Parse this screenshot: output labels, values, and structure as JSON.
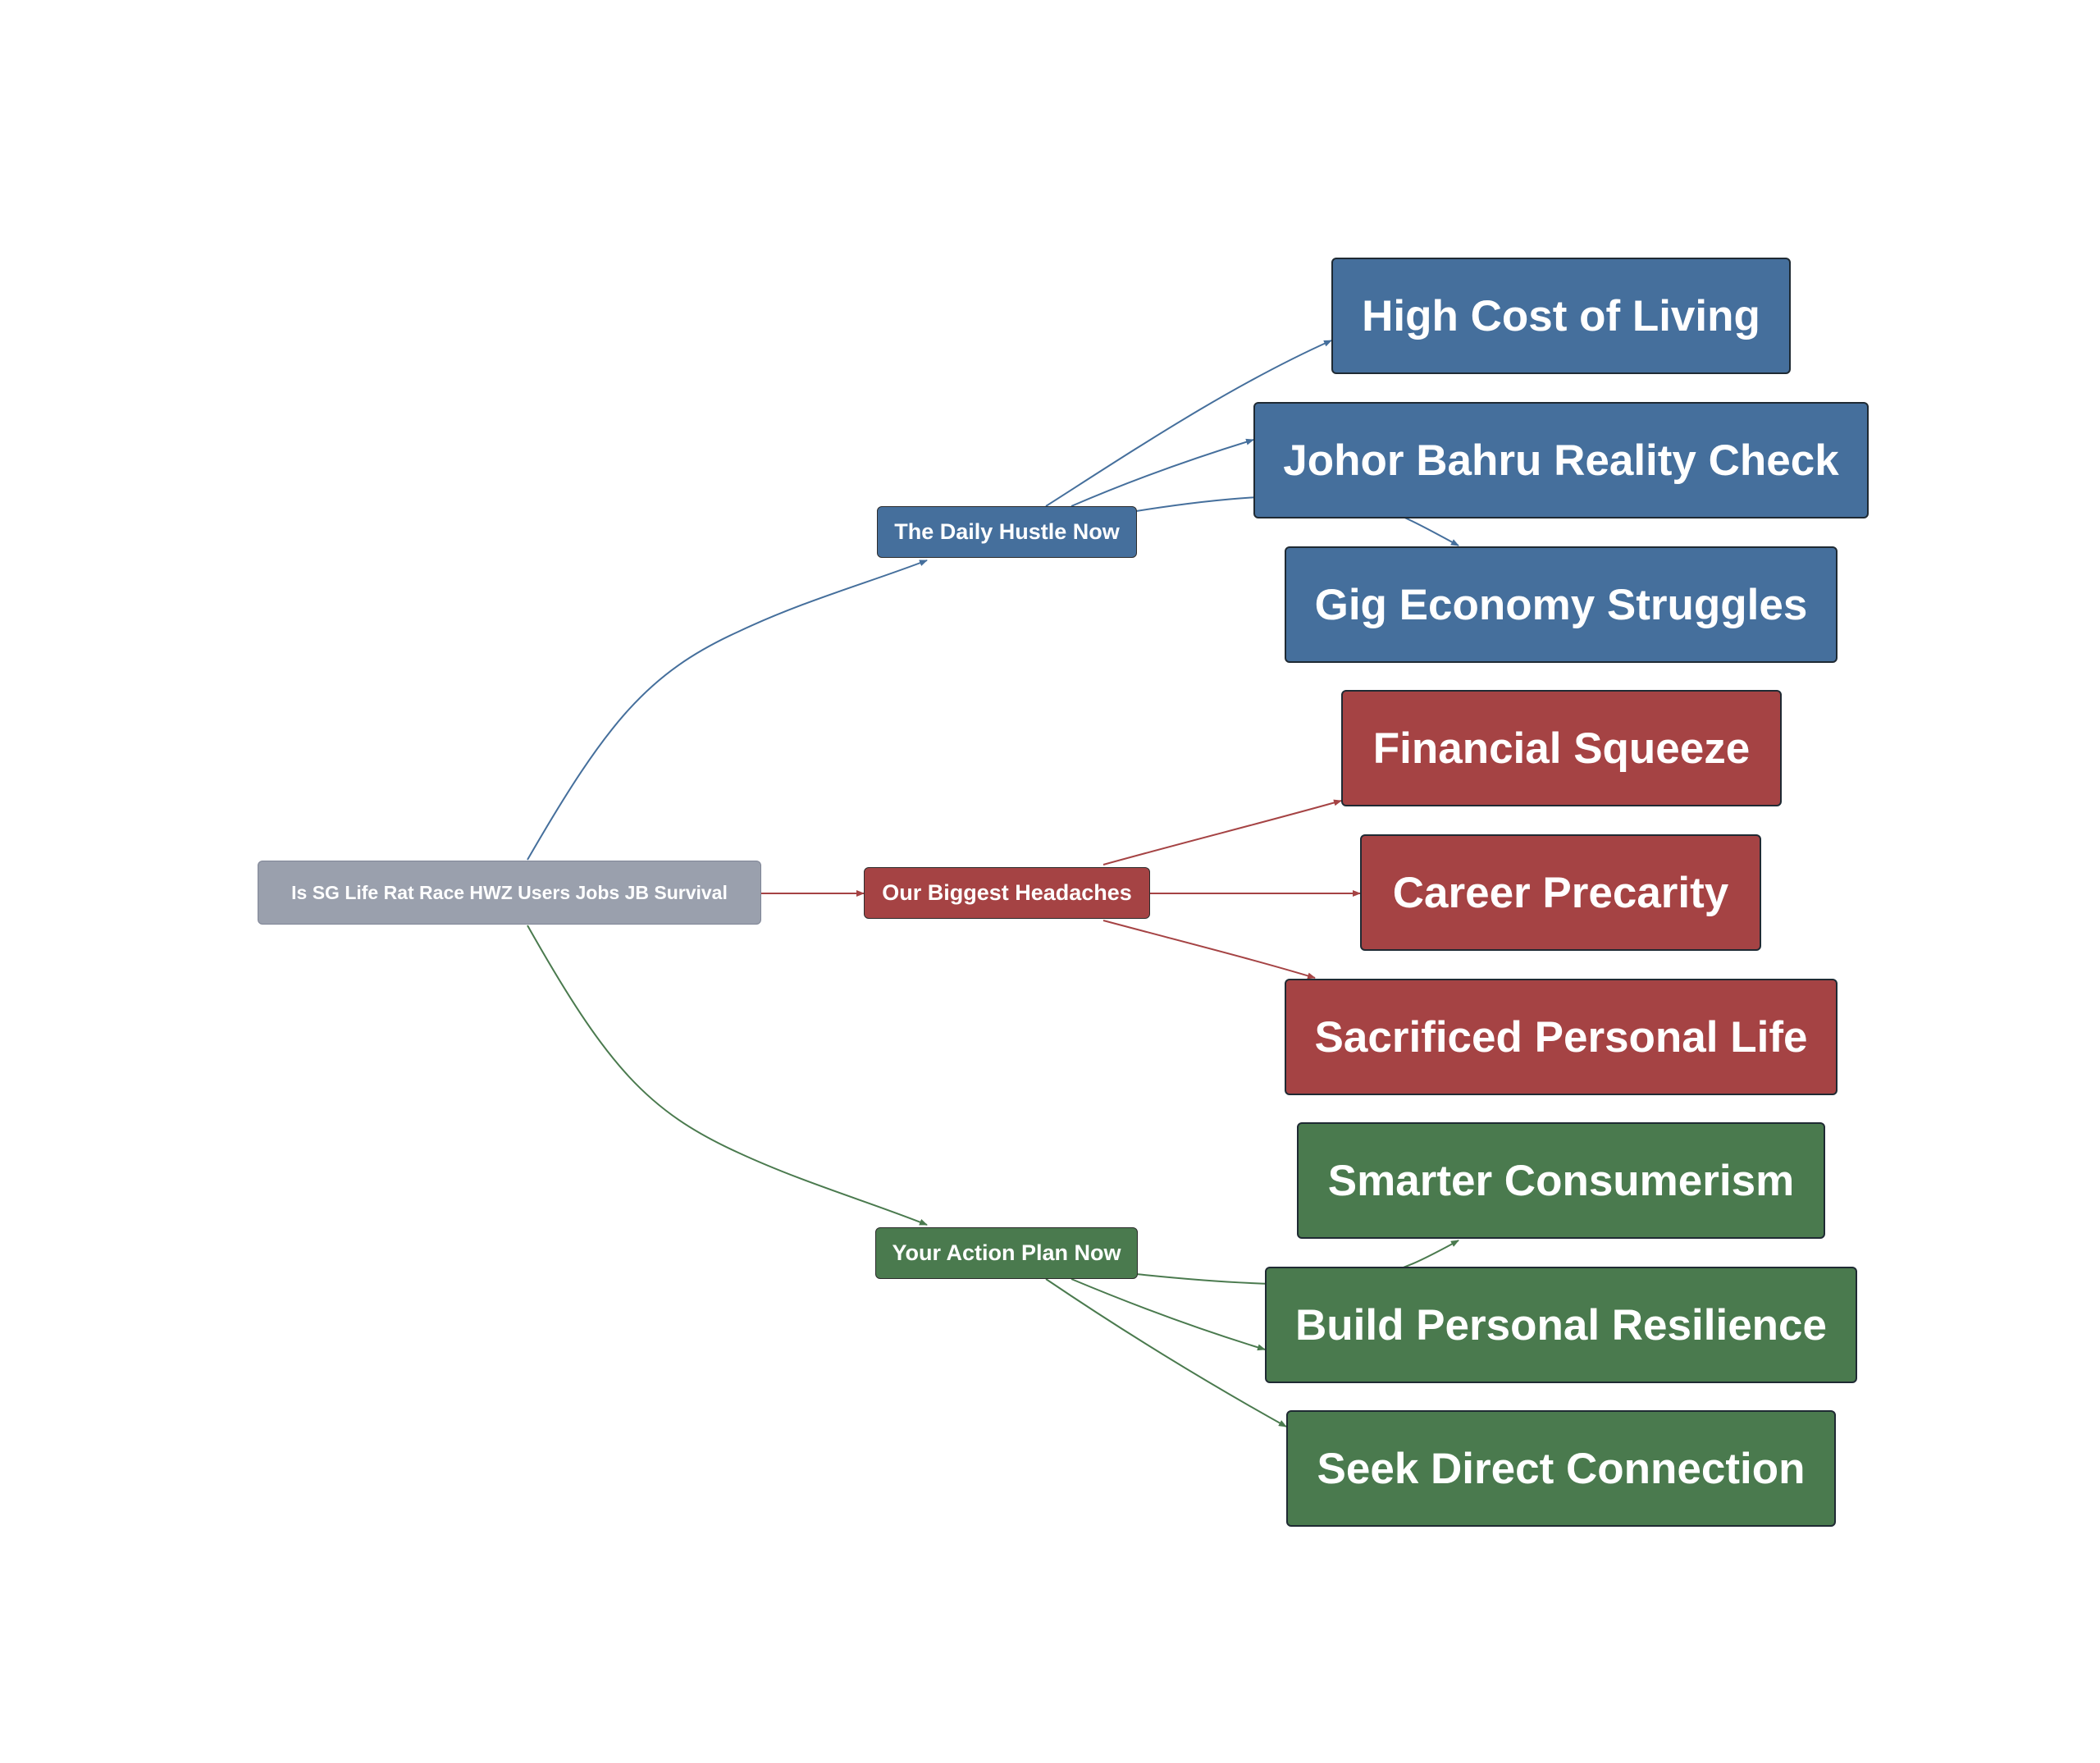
{
  "root": {
    "label": "Is SG Life Rat Race HWZ Users Jobs JB Survival",
    "color": "#9aa0ad"
  },
  "branches": [
    {
      "label": "The Daily Hustle Now",
      "color": "#456f9c",
      "edge_color": "#456f9c",
      "leaves": [
        "High Cost of Living",
        "Johor Bahru Reality Check",
        "Gig Economy Struggles"
      ]
    },
    {
      "label": "Our Biggest Headaches",
      "color": "#a54344",
      "edge_color": "#a54344",
      "leaves": [
        "Financial Squeeze",
        "Career Precarity",
        "Sacrificed Personal Life"
      ]
    },
    {
      "label": "Your Action Plan Now",
      "color": "#4a7a4e",
      "edge_color": "#4a7a4e",
      "leaves": [
        "Smarter Consumerism",
        "Build Personal Resilience",
        "Seek Direct Connection"
      ]
    }
  ]
}
